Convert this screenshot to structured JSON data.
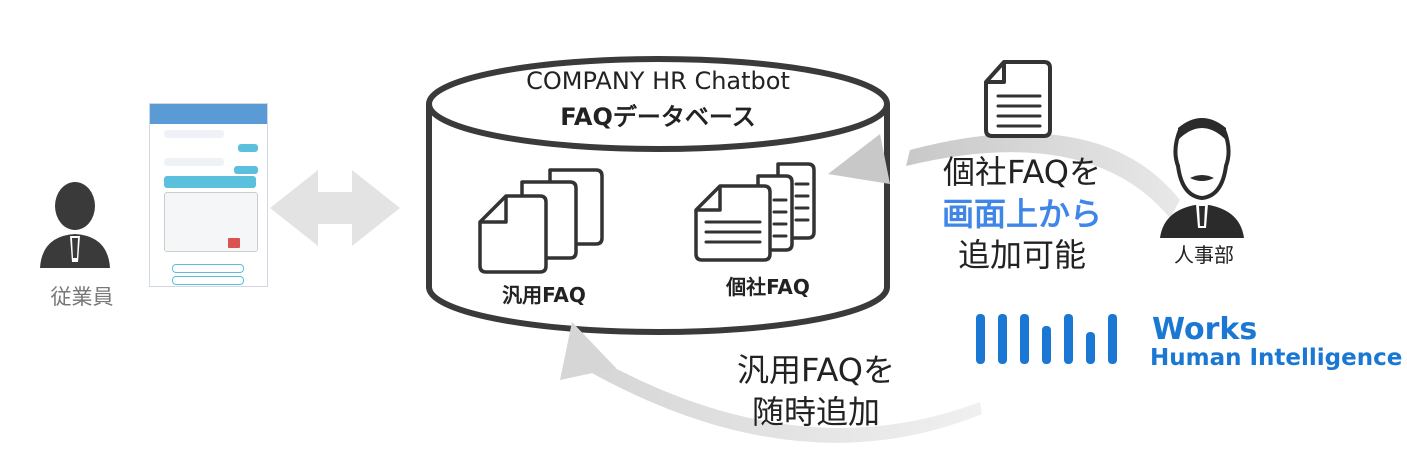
{
  "database": {
    "title": "COMPANY HR Chatbot",
    "subtitle": "FAQデータベース",
    "generic_label": "汎用FAQ",
    "company_label": "個社FAQ"
  },
  "employee": {
    "label": "従業員"
  },
  "hr": {
    "label": "人事部"
  },
  "side_text": {
    "line1": "個社FAQを",
    "line2": "画面上から",
    "line3": "追加可能"
  },
  "bottom_text": {
    "line1": "汎用FAQを",
    "line2": "随時追加"
  },
  "logo": {
    "name": "Works",
    "sub": "Human Intelligence"
  },
  "colors": {
    "accent_blue": "#3f86e8",
    "logo_blue": "#1a77d4",
    "arrow_gray": "#d4d4d4",
    "icon_dark": "#333333"
  },
  "icons": [
    "user-icon",
    "document-icon",
    "documents-stack-icon",
    "lined-documents-stack-icon",
    "double-arrow-icon",
    "curved-arrow-icon",
    "chatbot-screenshot"
  ]
}
